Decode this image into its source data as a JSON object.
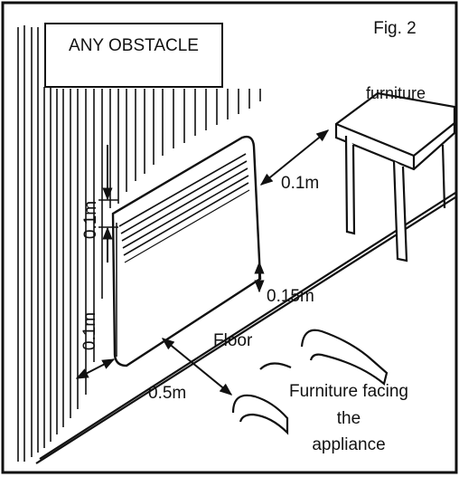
{
  "figure": {
    "caption": "Fig. 2",
    "obstacle_label": "ANY OBSTACLE",
    "furniture_label": "furniture",
    "floor_label": "Floor",
    "facing_label_lines": [
      "Furniture facing",
      "the",
      "appliance"
    ]
  },
  "dimensions": {
    "to_furniture": "0.1m",
    "above_top": "0.1m",
    "above_floor": "0.15m",
    "side_wall": "0.1m",
    "front": "0.5m"
  },
  "colors": {
    "ink": "#111111",
    "paper": "#ffffff"
  }
}
